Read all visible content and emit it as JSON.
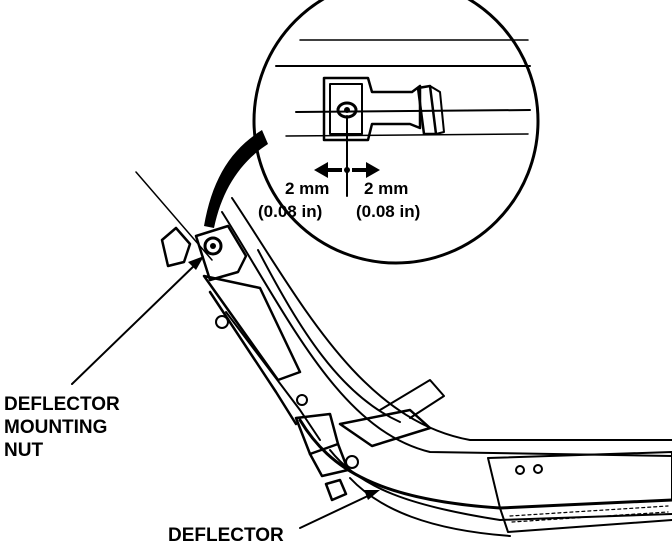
{
  "labels": {
    "deflector_mounting_nut": [
      "DEFLECTOR",
      "MOUNTING",
      "NUT"
    ],
    "deflector": "DEFLECTOR"
  },
  "detail": {
    "left_offset": "2 mm",
    "left_offset_in": "(0.08 in)",
    "right_offset": "2 mm",
    "right_offset_in": "(0.08 in)"
  }
}
